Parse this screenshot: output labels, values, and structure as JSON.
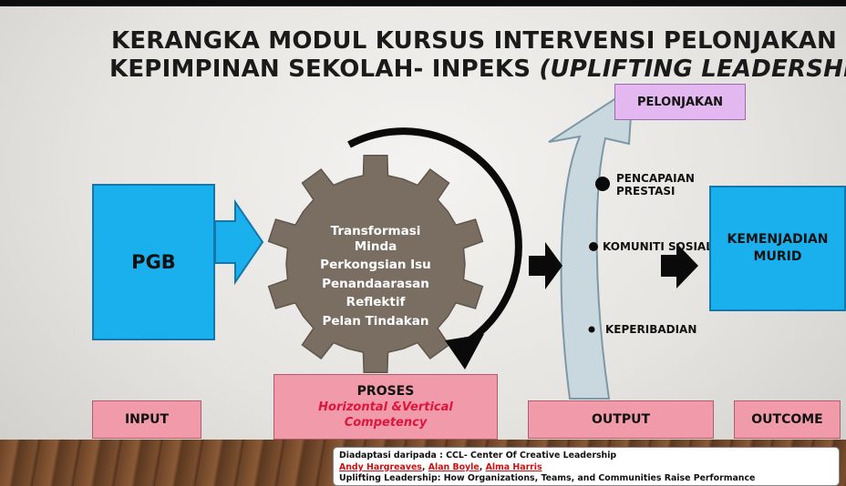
{
  "title": {
    "line1": "KERANGKA MODUL KURSUS INTERVENSI PELONJAKAN",
    "line2_prefix": "KEPIMPINAN SEKOLAH- INPEKS ",
    "line2_italic": "(UPLIFTING LEADERSHIP)"
  },
  "input": {
    "box": "PGB",
    "label": "INPUT"
  },
  "process": {
    "gear_items": [
      "Transformasi",
      "Minda",
      "Perkongsian Isu",
      "Penandaarasan",
      "Reflektif",
      "Pelan Tindakan"
    ],
    "label": "PROSES",
    "sublabel_line1": "Horizontal &Vertical",
    "sublabel_line2": "Competency"
  },
  "output": {
    "top": "PELONJAKAN",
    "items": [
      "PENCAPAIAN",
      "PRESTASI",
      "KOMUNITI SOSIAL",
      "KEPERIBADIAN"
    ],
    "label": "OUTPUT"
  },
  "outcome": {
    "box_line1": "KEMENJADIAN",
    "box_line2": "MURID",
    "label": "OUTCOME"
  },
  "credit": {
    "line1": "Diadaptasi daripada :  CCL- Center  Of Creative Leadership",
    "author1": "Andy Hargreaves",
    "author2": "Alan Boyle",
    "author3": "Alma Harris",
    "line3": "Uplifting Leadership: How Organizations, Teams, and Communities Raise Performance"
  },
  "colors": {
    "pink_box": "#f09aaa",
    "blue_box": "#1ab0ee",
    "lavender_box": "#e3b8f0",
    "gear": "#7a6e62",
    "curved_arrow": "#c9d8df",
    "subtitle_red": "#e0143c"
  }
}
